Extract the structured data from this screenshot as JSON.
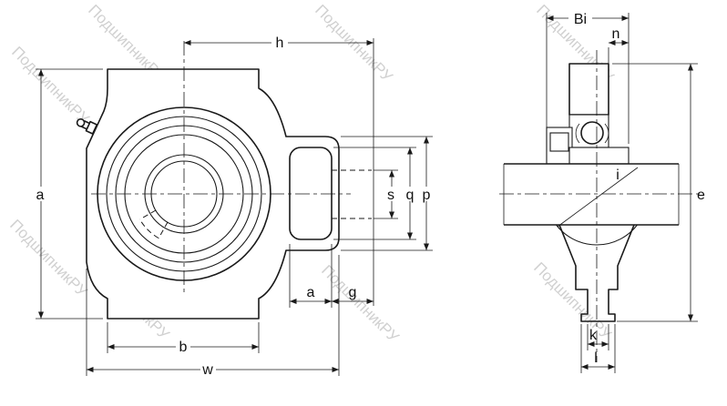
{
  "watermark": {
    "text": "ПодшипникРУ",
    "color": "#c5c5c5"
  },
  "colors": {
    "line": "#1a1a1a",
    "background": "#ffffff"
  },
  "front_view": {
    "dims": {
      "h": "h",
      "a_left": "a",
      "s": "s",
      "q": "q",
      "p": "p",
      "a_bottom": "a",
      "g": "g",
      "b": "b",
      "w": "w"
    }
  },
  "side_view": {
    "dims": {
      "Bi": "Bi",
      "n": "n",
      "i": "i",
      "e": "e",
      "k": "k",
      "l": "l"
    }
  }
}
